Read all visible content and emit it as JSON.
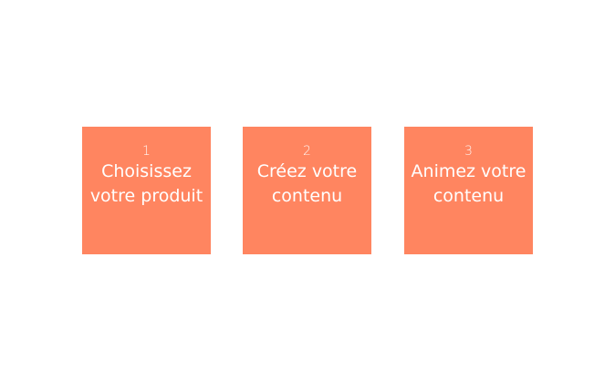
{
  "colors": {
    "card_background": "#FF8560",
    "text": "#FFFFFF",
    "page_background": "#FFFFFF"
  },
  "steps": [
    {
      "number": "1",
      "title": "Choisissez votre produit"
    },
    {
      "number": "2",
      "title": "Créez votre contenu"
    },
    {
      "number": "3",
      "title": "Animez votre contenu"
    }
  ]
}
